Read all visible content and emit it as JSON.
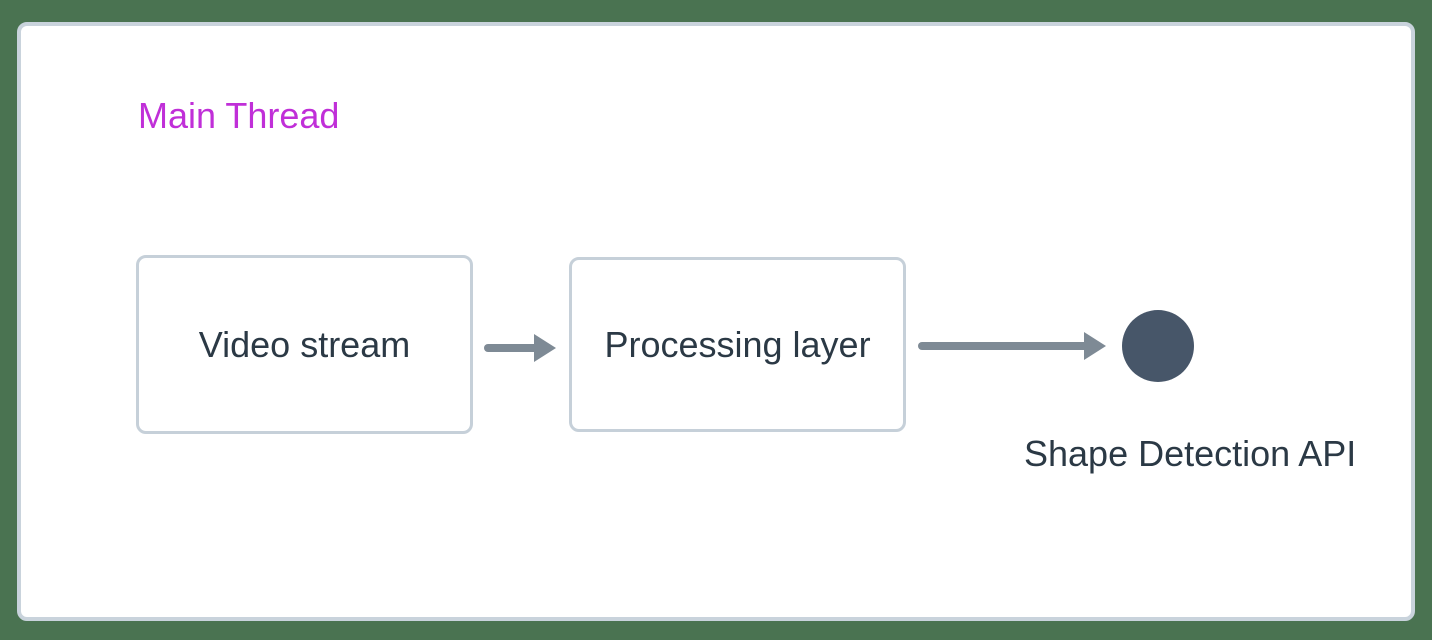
{
  "diagram": {
    "title": "Main Thread",
    "nodes": [
      {
        "id": "video-stream",
        "label": "Video stream"
      },
      {
        "id": "processing-layer",
        "label": "Processing layer"
      }
    ],
    "arrows": [
      {
        "from": "video-stream",
        "to": "processing-layer"
      },
      {
        "from": "processing-layer",
        "to": "shape-detection-api"
      }
    ],
    "api": {
      "icon": "filled-circle-icon",
      "label": "Shape Detection API"
    },
    "colors": {
      "bg_green": "#4a7351",
      "panel_border": "#c9d3dc",
      "node_border": "#c6d0d9",
      "text_dark": "#2b3945",
      "title_magenta": "#c02fd8",
      "arrow_gray": "#7e8a95",
      "circle_slate": "#475669"
    }
  }
}
